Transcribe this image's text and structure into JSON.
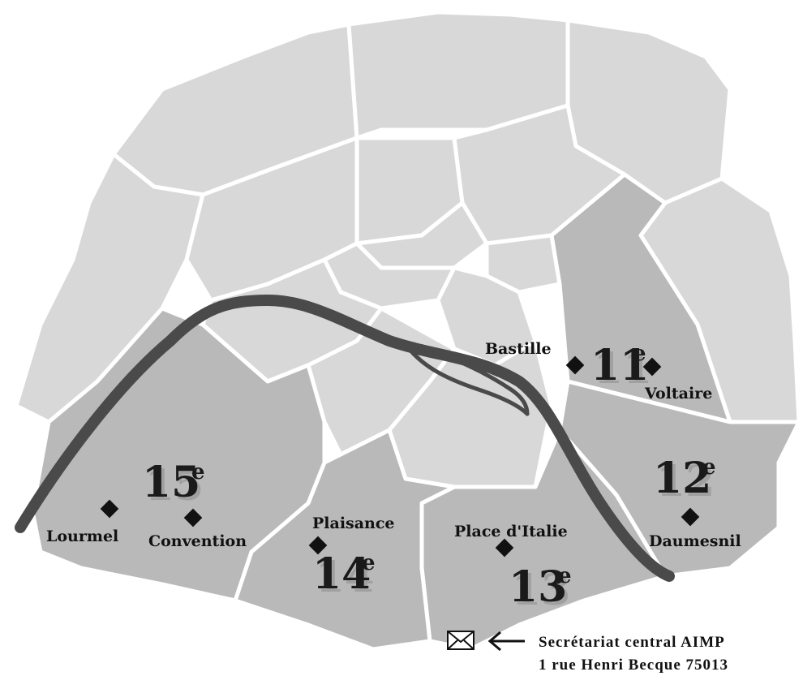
{
  "map": {
    "arrondissements": [
      {
        "id": "15",
        "number": "15",
        "suffix": "e",
        "highlight": true
      },
      {
        "id": "14",
        "number": "14",
        "suffix": "e",
        "highlight": true
      },
      {
        "id": "13",
        "number": "13",
        "suffix": "e",
        "highlight": true
      },
      {
        "id": "12",
        "number": "12",
        "suffix": "e",
        "highlight": true
      },
      {
        "id": "11",
        "number": "11",
        "suffix": "e",
        "highlight": true
      }
    ],
    "stations": {
      "lourmel": "Lourmel",
      "convention": "Convention",
      "plaisance": "Plaisance",
      "place_italie": "Place d'Italie",
      "daumesnil": "Daumesnil",
      "bastille": "Bastille",
      "voltaire": "Voltaire"
    },
    "secretariat": {
      "line1": "Secrétariat central AIMP",
      "line2": "1 rue Henri Becque 75013",
      "icon": "envelope-icon"
    },
    "colors": {
      "district": "#d8d8d8",
      "highlight": "#b9b9b9",
      "river": "#4a4a4a",
      "border": "#ffffff"
    }
  }
}
